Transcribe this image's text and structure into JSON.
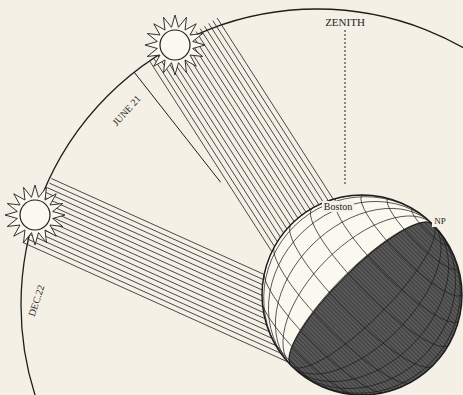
{
  "diagram": {
    "labels": [
      "ZENITH",
      "JUNE 21",
      "DEC.22",
      "Boston",
      "NP"
    ]
  }
}
